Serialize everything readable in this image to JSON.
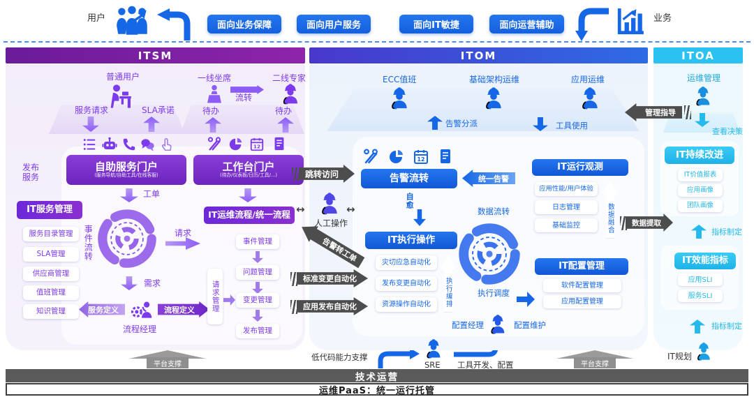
{
  "top": {
    "user_label": "用户",
    "business_label": "业务",
    "buttons": [
      "面向业务保障",
      "面向用户服务",
      "面向IT敏捷",
      "面向运营辅助"
    ]
  },
  "headers": {
    "itsm": "ITSM",
    "itom": "ITOM",
    "itoa": "ITOA"
  },
  "itsm": {
    "normal_user": "普通用户",
    "first_line_agent": "一线坐席",
    "second_line_expert": "二线专家",
    "transfer": "流转",
    "todo_left": "待办",
    "todo_right": "待办",
    "service_request": "服务请求",
    "sla_commitment": "SLA承诺",
    "self_portal_title": "自助服务门户",
    "self_portal_subtitle": "(服务导航/自助工具/在线客服)",
    "work_portal_title": "工作台门户",
    "work_portal_subtitle": "(待办/仪表板/日历/工具/...)",
    "publish_service": "发布服务",
    "ticket": "工单",
    "it_service_mgmt": "IT服务管理",
    "service_cards": [
      "服务目录管理",
      "SLA管理",
      "供应商管理",
      "值班管理",
      "知识管理"
    ],
    "event_flow": "事件流转",
    "request": "请求",
    "demand": "需求",
    "service_definition": "服务定义",
    "process_definition": "流程定义",
    "process_manager": "流程经理",
    "request_mgmt": "请求管理",
    "unified_process_title": "IT运维流程/统一流程",
    "process_cards": [
      "事件管理",
      "问题管理",
      "变更管理",
      "发布管理"
    ],
    "platform_support": "平台支撑"
  },
  "middle": {
    "jump_access": "跳转访问",
    "manual_operation": "人工操作",
    "alert_to_ticket": "告警转工单",
    "standard_change_auto": "标准变更自动化",
    "app_release_auto": "应用发布自动化"
  },
  "itom": {
    "ecc_duty": "ECC值班",
    "infra_ops": "基础架构运维",
    "app_ops": "应用运维",
    "alert_dispatch": "告警分派",
    "tool_usage": "工具使用",
    "mgmt_guidance": "管理指导",
    "alert_flow": "告警流转",
    "unified_alert": "统一告警",
    "self_healing": "自愈",
    "data_flow": "数据流转",
    "it_execution": "IT执行操作",
    "exec_cards": [
      "灾切应急自动化",
      "发布变更自动化",
      "资源操作自动化"
    ],
    "exec_orchestration": "执行编排",
    "exec_scheduling": "执行调度",
    "config_manager": "配置经理",
    "config_maintenance": "配置维护",
    "it_observation": "IT运行观测",
    "observe_cards": [
      "应用性能/用户体验",
      "日志管理",
      "基础监控"
    ],
    "data_fusion": "数据融合",
    "data_extraction": "数据提取",
    "it_config_mgmt": "IT配置管理",
    "config_cards": [
      "软件配置管理",
      "应用配置管理"
    ],
    "platform_support": "平台支撑"
  },
  "itoa": {
    "ops_mgmt": "运维管理",
    "view_decision": "查看决策",
    "continuous_improvement": "IT持续改进",
    "improvement_cards": [
      "IT价值报表",
      "应用画像",
      "团队画像"
    ],
    "metric_definition_top": "指标制定",
    "efficiency_metrics": "IT效能指标",
    "sli_cards": [
      "应用SLI",
      "服务SLI"
    ],
    "metric_definition_bottom": "指标制定",
    "it_planning": "IT规划"
  },
  "bottom": {
    "low_code_support": "低代码能力支撑",
    "sre": "SRE",
    "tool_dev_config": "工具开发、配置",
    "tech_operation": "技术运营",
    "paas_bar": "运维PaaS：统一运行托管"
  },
  "colors": {
    "purple": "#7C3AED",
    "blue": "#1667E6",
    "cyan": "#2BC0EE",
    "dark_gray": "#4D4D4D"
  }
}
